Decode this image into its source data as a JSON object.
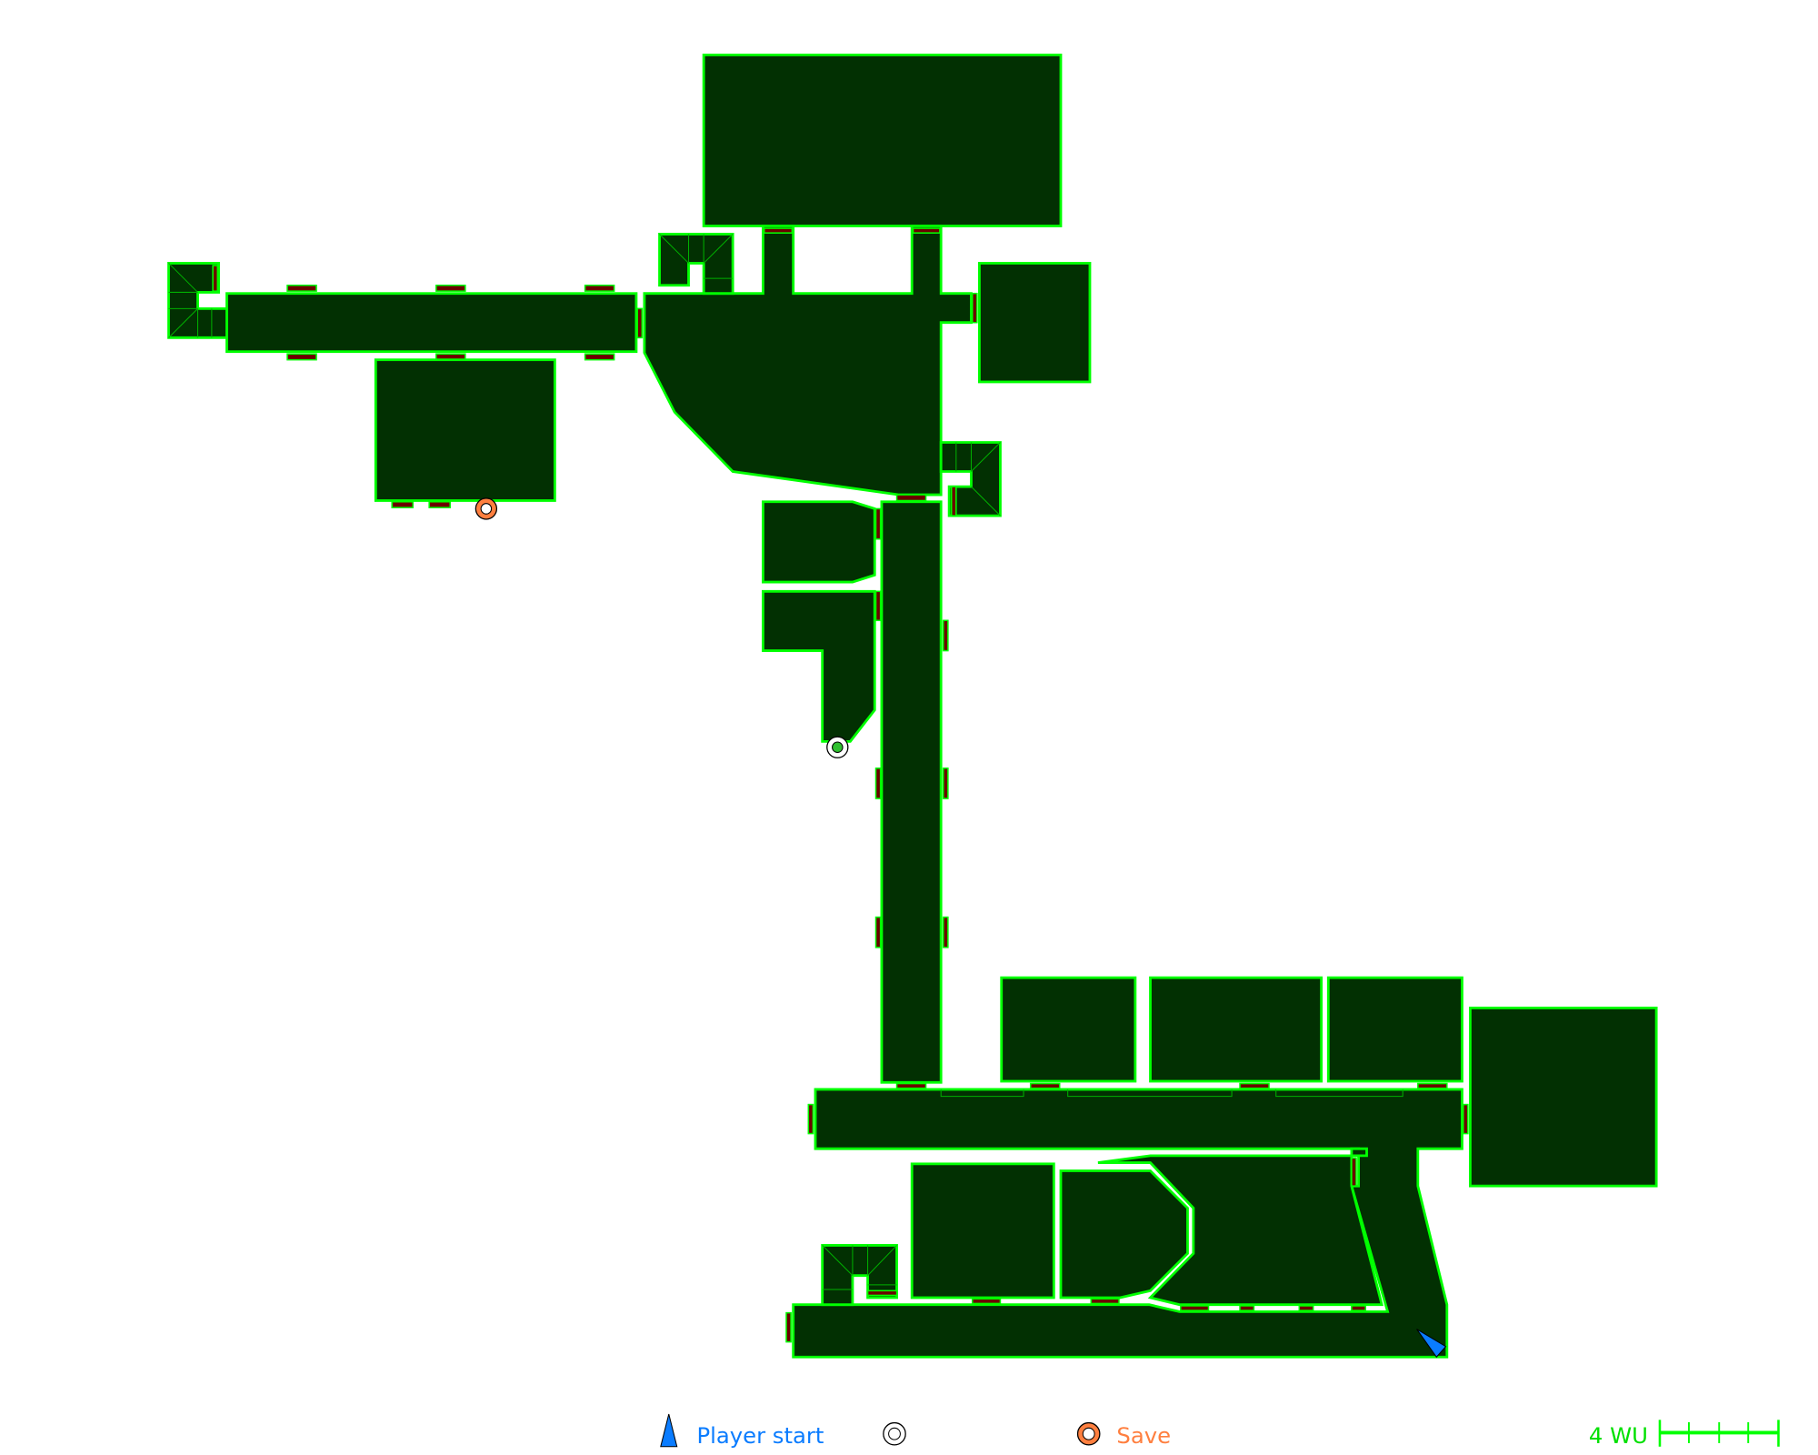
{
  "legend": {
    "player_start": "Player start",
    "save": "Save",
    "scale": "4 WU"
  },
  "colors": {
    "room_fill": "#023002",
    "wall": "#00ff00",
    "door": "#6b0000",
    "player": "#0a7cff",
    "save": "#ff7f3f"
  }
}
